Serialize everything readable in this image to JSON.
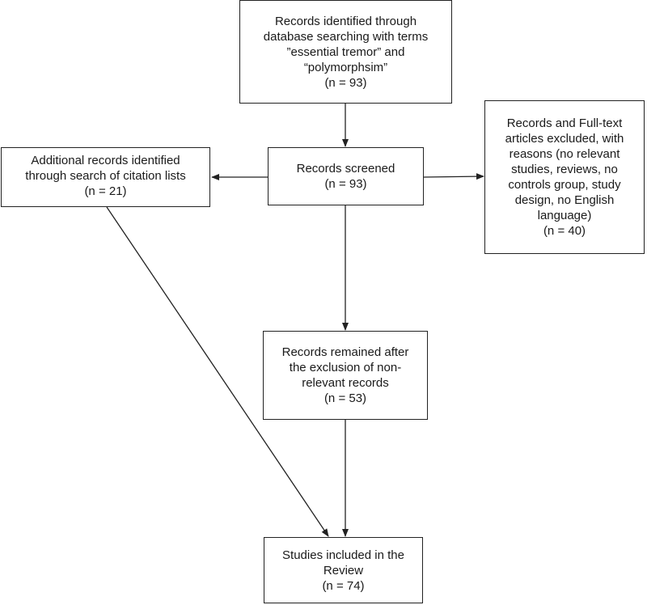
{
  "boxes": {
    "identified": {
      "line1": "Records identified through",
      "line2": "database searching with terms",
      "line3": "”essential tremor” and",
      "line4": "“polymorphsim”",
      "count": "(n = 93)"
    },
    "screened": {
      "line1": "Records screened",
      "count": "(n = 93)"
    },
    "additional": {
      "line1": "Additional records identified",
      "line2": "through search of citation lists",
      "count": "(n = 21)"
    },
    "excluded": {
      "line1": "Records and Full-text",
      "line2": "articles excluded, with",
      "line3": "reasons (no relevant",
      "line4": "studies, reviews, no",
      "line5": "controls group, study",
      "line6": "design, no English",
      "line7": "language)",
      "count": "(n = 40)"
    },
    "remained": {
      "line1": "Records remained after",
      "line2": "the exclusion of non-",
      "line3": "relevant records",
      "count": "(n = 53)"
    },
    "included": {
      "line1": "Studies included in the",
      "line2": "Review",
      "count": "(n = 74)"
    }
  }
}
